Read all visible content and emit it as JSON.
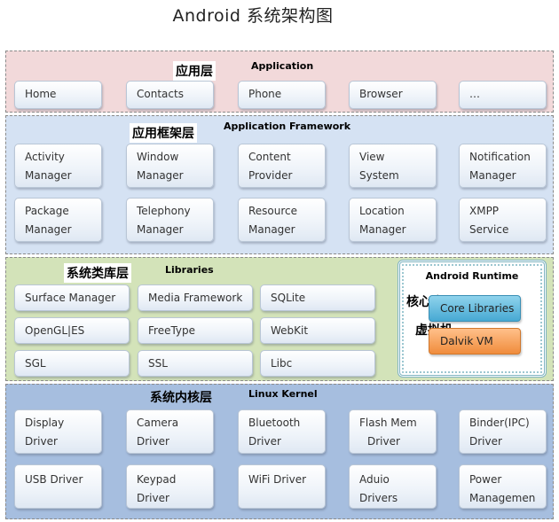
{
  "title": "Android  系统架构图",
  "layers": {
    "app": {
      "zh": "应用层",
      "en": "Application",
      "items": [
        [
          "Home"
        ],
        [
          "Contacts"
        ],
        [
          "Phone"
        ],
        [
          "Browser"
        ],
        [
          "…"
        ]
      ]
    },
    "framework": {
      "zh": "应用框架层",
      "en": "Application Framework",
      "items": [
        [
          "Activity",
          "Manager"
        ],
        [
          "Window",
          "Manager"
        ],
        [
          "Content",
          "Provider"
        ],
        [
          "View",
          "System"
        ],
        [
          "Notification",
          "Manager"
        ],
        [
          "Package",
          "Manager"
        ],
        [
          "Telephony",
          "Manager"
        ],
        [
          "Resource",
          "Manager"
        ],
        [
          "Location",
          "Manager"
        ],
        [
          "XMPP",
          "Service"
        ]
      ]
    },
    "libraries": {
      "zh": "系统类库层",
      "en": "Libraries",
      "items": [
        [
          "Surface Manager"
        ],
        [
          "Media Framework"
        ],
        [
          "SQLite"
        ],
        [
          "OpenGL|ES"
        ],
        [
          "FreeType"
        ],
        [
          "WebKit"
        ],
        [
          "SGL"
        ],
        [
          "SSL"
        ],
        [
          "Libc"
        ]
      ]
    },
    "runtime": {
      "title": "Android Runtime",
      "core_zh": "核心库",
      "core_label": "Core Libraries",
      "vm_zh": "虚拟机",
      "vm_label": "Dalvik VM"
    },
    "kernel": {
      "zh": "系统内核层",
      "en": "Linux Kernel",
      "items": [
        [
          "Display",
          "Driver"
        ],
        [
          "Camera",
          "Driver"
        ],
        [
          "Bluetooth",
          "Driver"
        ],
        [
          "Flash Mem",
          "Driver"
        ],
        [
          "Binder(IPC)",
          "Driver"
        ],
        [
          "USB Driver"
        ],
        [
          "Keypad",
          "Driver"
        ],
        [
          "WiFi Driver"
        ],
        [
          "Aduio",
          "Drivers"
        ],
        [
          "Power",
          "Managemen"
        ]
      ]
    }
  },
  "colors": {
    "app_bg": "#f2d9da",
    "framework_bg": "#d5e2f3",
    "libraries_bg": "#d3e3b9",
    "kernel_bg": "#a6bedf",
    "core_box": "#47a9d3",
    "vm_box": "#f08c3c"
  }
}
